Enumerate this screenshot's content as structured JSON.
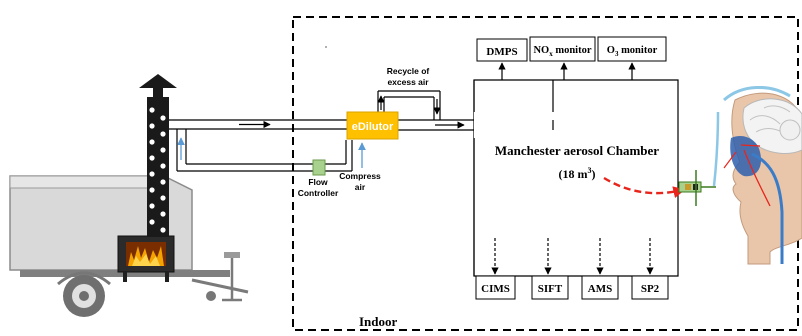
{
  "chamber": {
    "title": "Manchester aerosol Chamber",
    "volume_prefix": "(18 m",
    "volume_exp": "3",
    "volume_suffix": ")"
  },
  "dilutor": {
    "label": "eDilutor",
    "fill": "#ffc000"
  },
  "recycle": {
    "line1": "Recycle of",
    "line2": "excess air"
  },
  "compress": {
    "line1": "Compress",
    "line2": "air"
  },
  "flow_controller": {
    "line1": "Flow",
    "line2": "Controller",
    "fill": "#a9d18e"
  },
  "top_instruments": {
    "dmps": "DMPS",
    "nox": {
      "prefix": "NO",
      "sub": "x",
      "suffix": " monitor"
    },
    "o3": {
      "prefix": "O",
      "sub": "3",
      "suffix": " monitor"
    }
  },
  "bottom_instruments": [
    "CIMS",
    "SIFT",
    "AMS",
    "SP2"
  ],
  "indoor_label": "Indoor",
  "colors": {
    "exposure_arrow": "#e8251c",
    "air_flow_arrow": "#5b9bd5",
    "fire": "#f5a300"
  }
}
